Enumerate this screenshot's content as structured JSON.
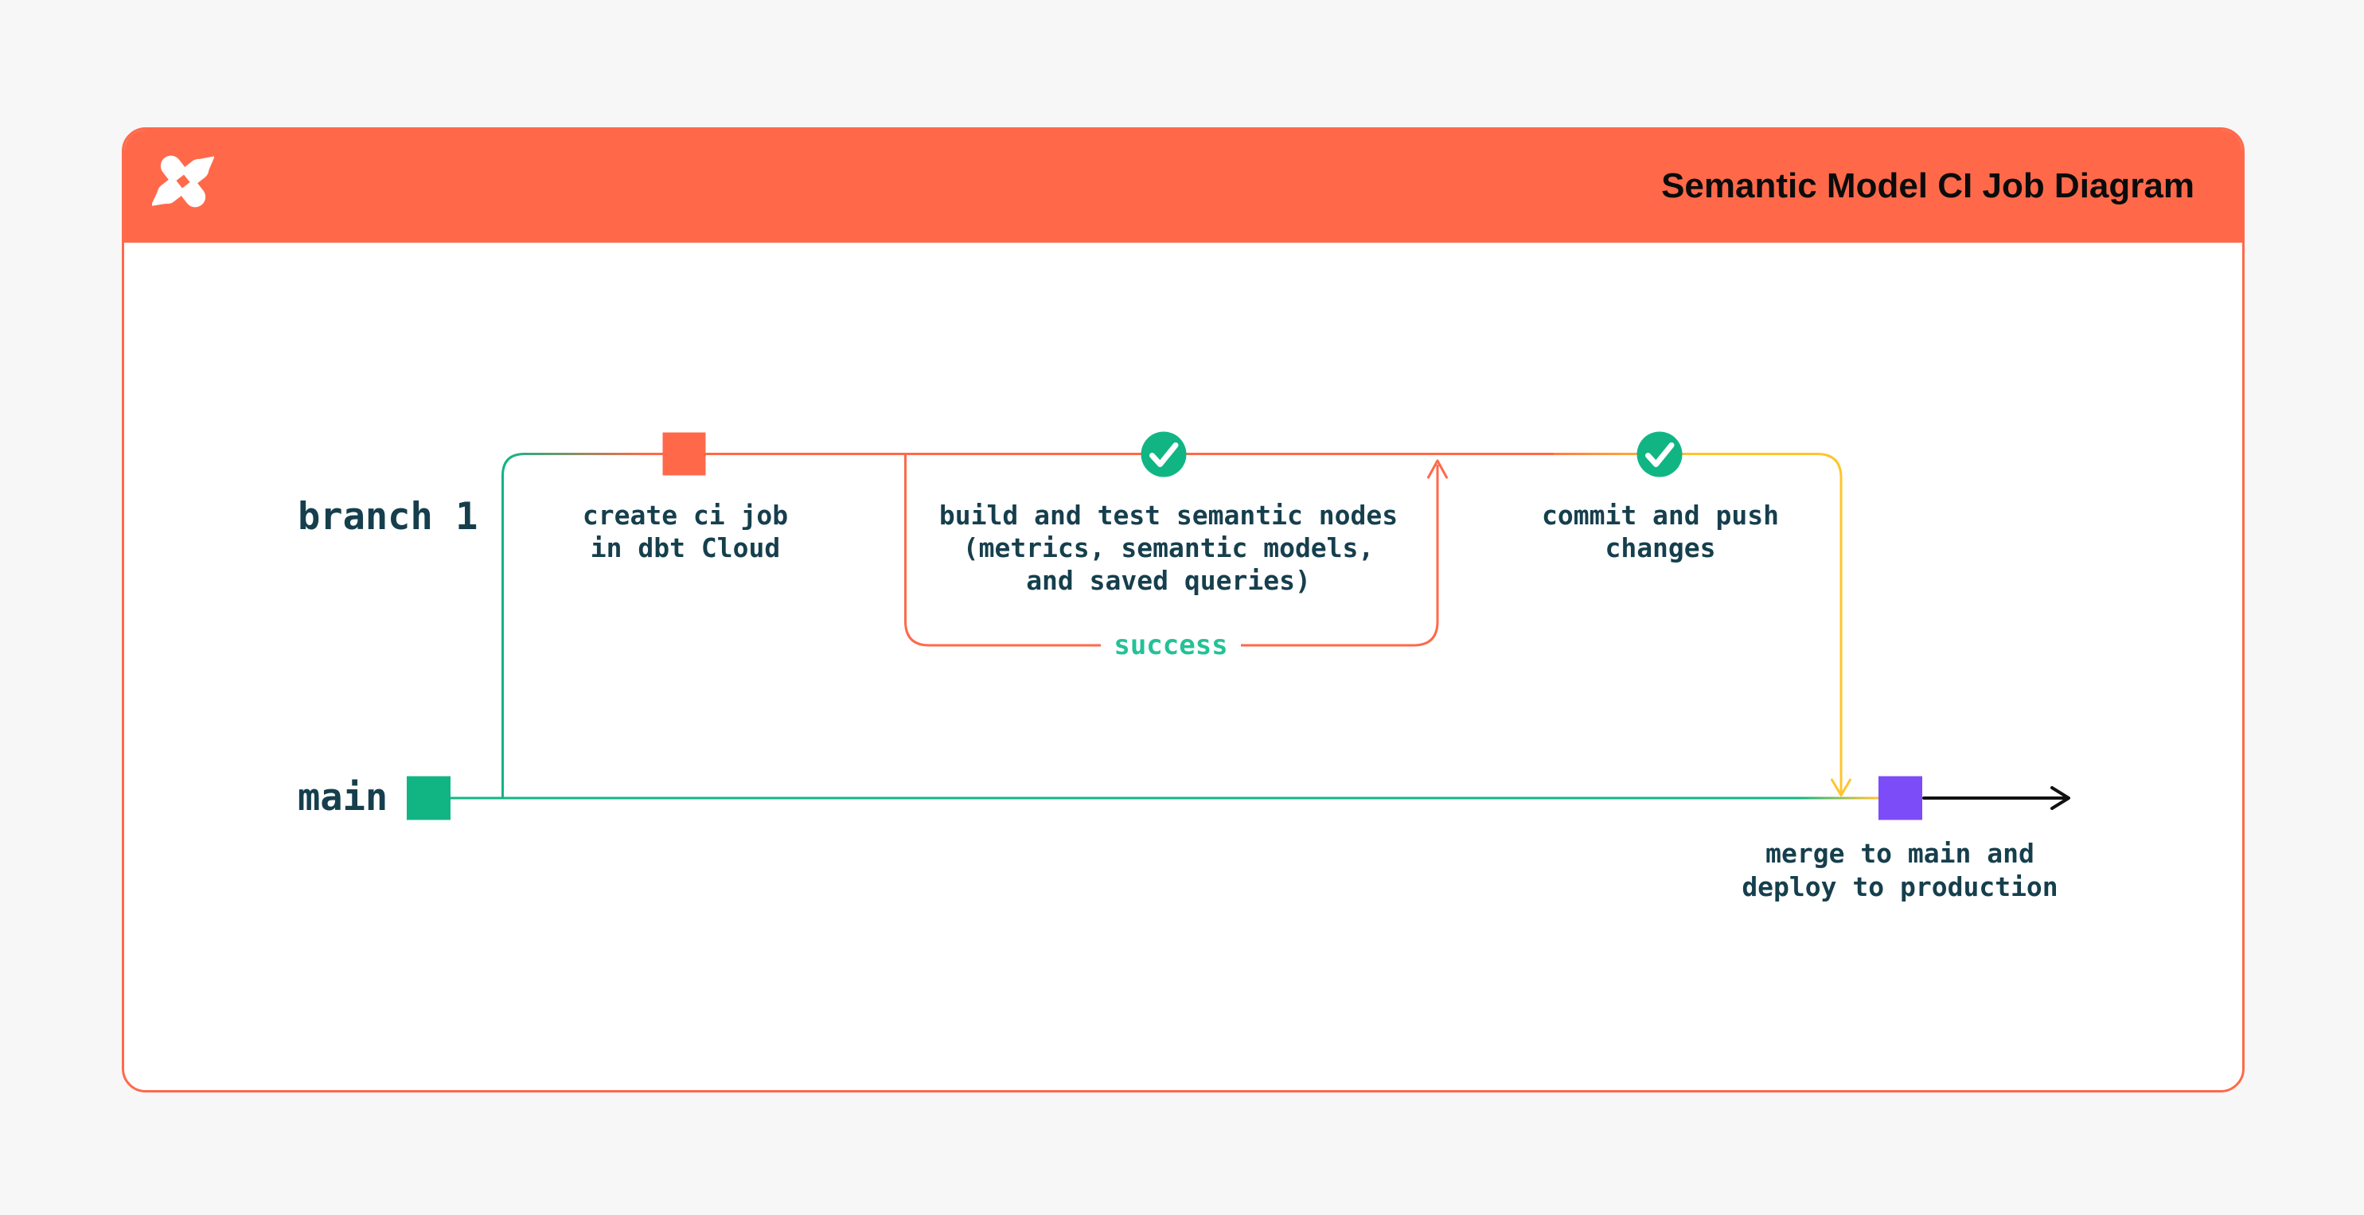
{
  "header": {
    "title": "Semantic Model CI Job Diagram"
  },
  "lanes": {
    "branch": {
      "label": "branch 1"
    },
    "main": {
      "label": "main"
    }
  },
  "nodes": {
    "create_ci_job": {
      "lines": [
        "create ci job",
        "in dbt Cloud"
      ],
      "marker": "orange-commit-square"
    },
    "build_and_test": {
      "lines": [
        "build and test semantic nodes",
        "(metrics, semantic models,",
        "and saved queries)"
      ],
      "marker": "check-circle"
    },
    "commit_and_push": {
      "lines": [
        "commit and push",
        "changes"
      ],
      "marker": "check-circle"
    },
    "merge_and_deploy": {
      "lines": [
        "merge to main and",
        "deploy to production"
      ],
      "marker": "purple-commit-square"
    }
  },
  "edges": {
    "success_label": "success"
  },
  "icons": {
    "logo": "dbt-logo-icon",
    "check": "check-circle-icon",
    "arrows": [
      "success-up-arrowhead-icon",
      "merge-down-arrowhead-icon",
      "deploy-right-arrowhead-icon"
    ]
  },
  "colors": {
    "orange": "#FF694A",
    "green": "#11B584",
    "success_green": "#23C296",
    "yellow": "#FFC42E",
    "purple": "#7C4CF8",
    "dark_text": "#163F4D",
    "title_text": "#0B0B0B",
    "arrow_black": "#111111",
    "card_bg": "#FFFFFF",
    "page_bg": "#F7F7F7",
    "check_stroke": "#FFFFFF"
  }
}
